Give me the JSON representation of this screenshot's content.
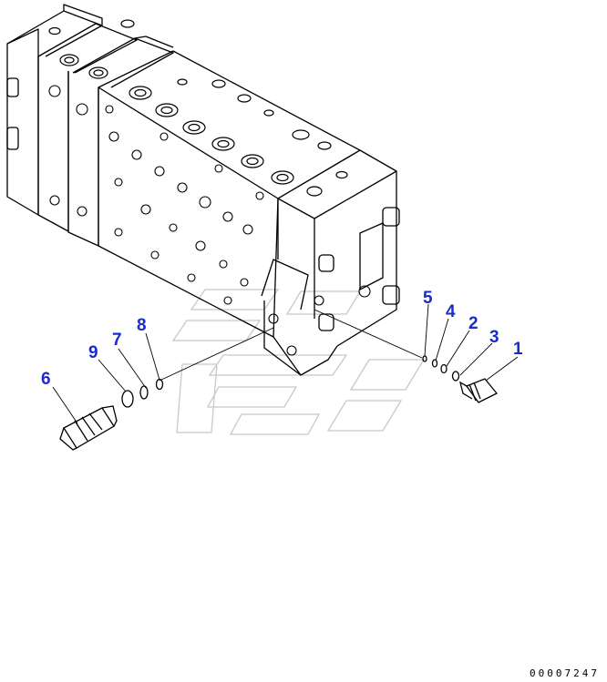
{
  "callouts": [
    {
      "id": "1",
      "label": "1"
    },
    {
      "id": "2",
      "label": "2"
    },
    {
      "id": "3",
      "label": "3"
    },
    {
      "id": "4",
      "label": "4"
    },
    {
      "id": "5",
      "label": "5"
    },
    {
      "id": "6",
      "label": "6"
    },
    {
      "id": "7",
      "label": "7"
    },
    {
      "id": "8",
      "label": "8"
    },
    {
      "id": "9",
      "label": "9"
    }
  ],
  "drawing_number": "00007247",
  "colors": {
    "callout": "#1a2ccc",
    "line": "#000000",
    "watermark": "#c8c8c8",
    "background": "#ffffff"
  }
}
